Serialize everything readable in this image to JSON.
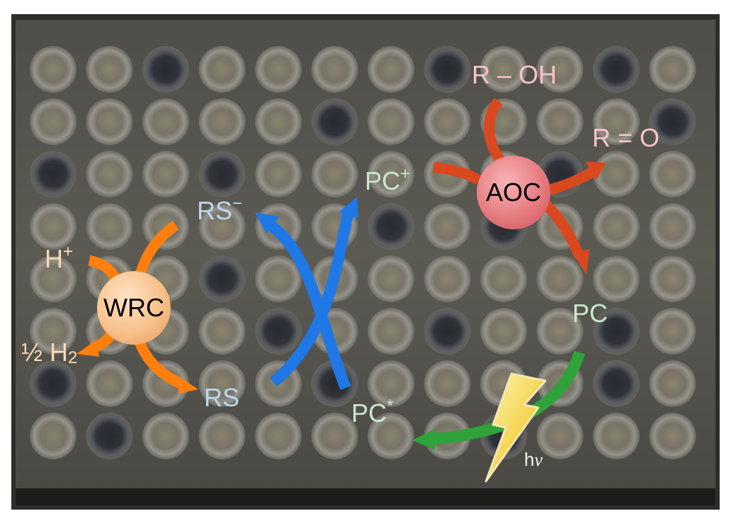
{
  "labels": {
    "r_oh": "R – OH",
    "r_o": "R = O",
    "pc_plus_base": "PC",
    "pc_plus_sup": "+",
    "aoc": "AOC",
    "rs_minus_base": "RS",
    "rs_minus_sup": "−",
    "h_plus_base": "H",
    "h_plus_sup": "+",
    "wrc": "WRC",
    "half_h2_base": "½ H",
    "half_h2_sub": "2",
    "rs": "RS",
    "pc": "PC",
    "pc_star_base": "PC",
    "pc_star_sup": "*",
    "hv_h": "h",
    "hv_nu": "v"
  },
  "colors": {
    "aoc_arrows": "#d9481f",
    "wrc_arrows": "#ff7f0e",
    "blue_arrows": "#1f78e6",
    "green_arrow": "#2fa23a",
    "lightning": "#f7dc5a",
    "plate_background": "#56554e"
  },
  "icons": {
    "lightning": "lightning-bolt-icon"
  }
}
